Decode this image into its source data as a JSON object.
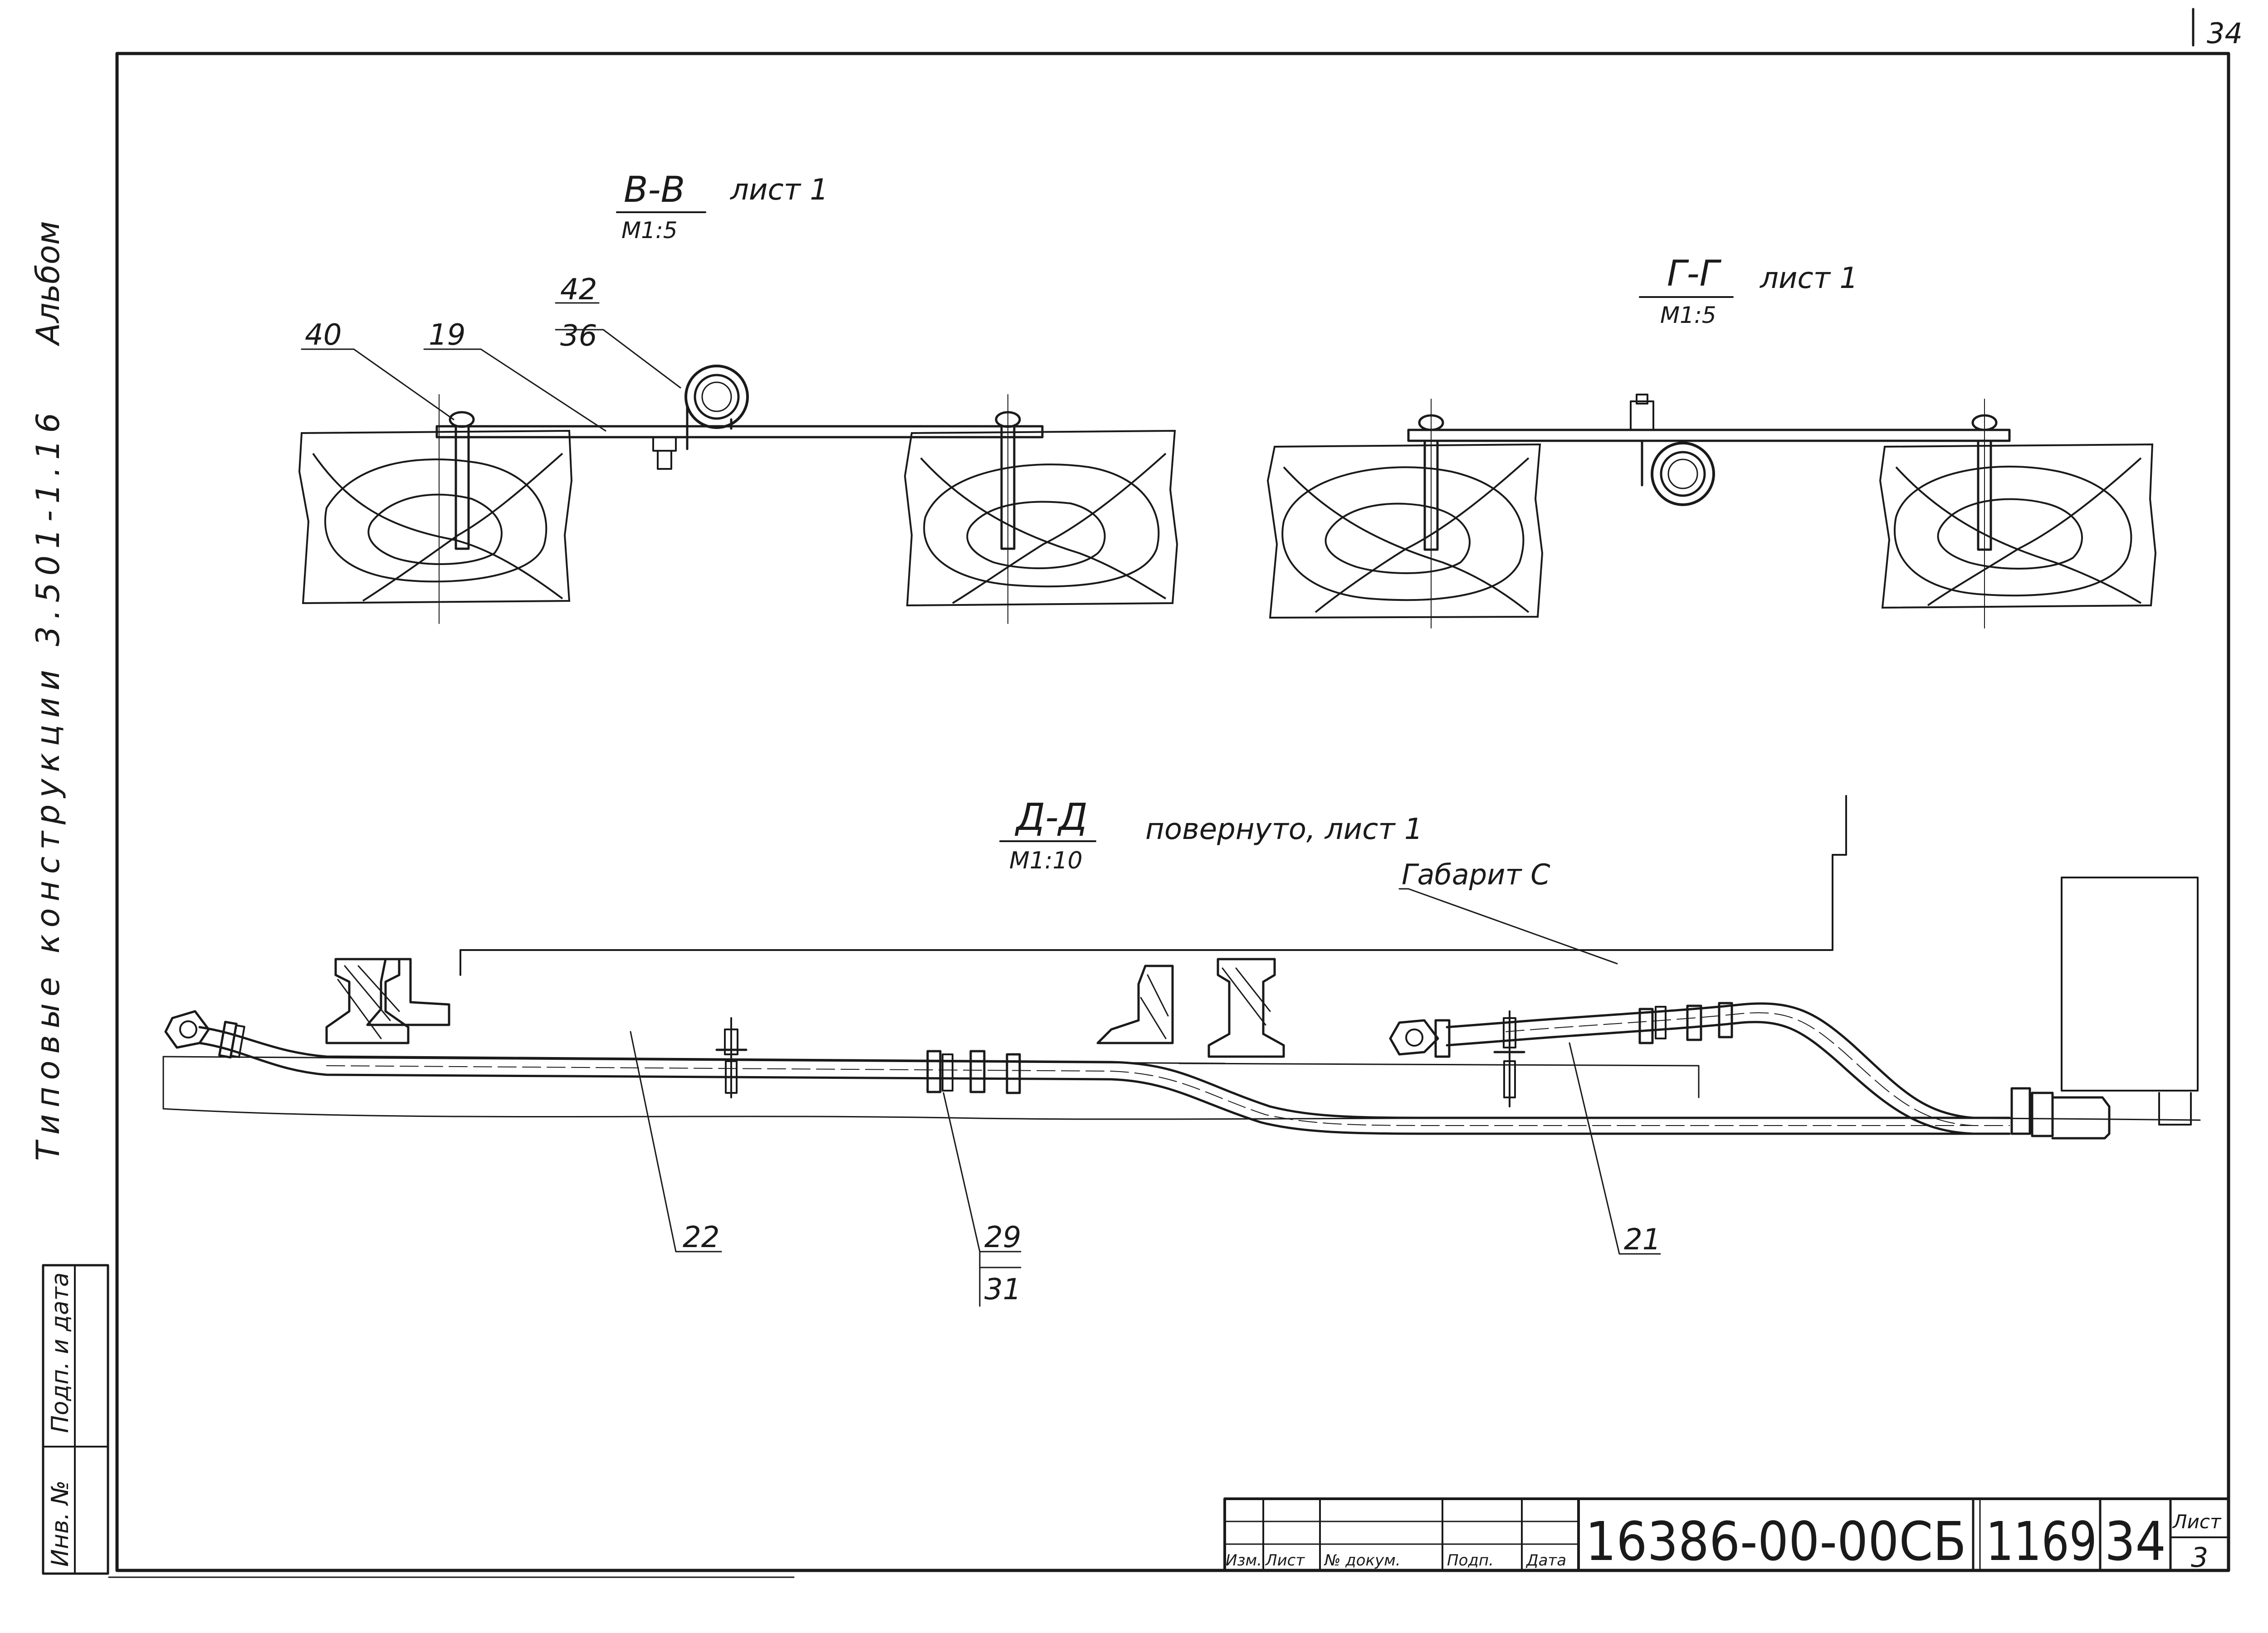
{
  "page_number": "34",
  "side_text": {
    "album": "Альбом",
    "title": "Типовые конструкции 3.501-1.16"
  },
  "side_stamp": {
    "inv_label": "Инв. №",
    "sign_label": "Подп. и дата"
  },
  "sections": {
    "bb": {
      "name": "В-В",
      "scale": "М1:5",
      "note": "лист 1"
    },
    "gg": {
      "name": "Г-Г",
      "scale": "М1:5",
      "note": "лист 1"
    },
    "dd": {
      "name": "Д-Д",
      "scale": "М1:10",
      "note": "повернуто, лист 1"
    }
  },
  "callouts": {
    "c40": "40",
    "c19": "19",
    "c42": "42",
    "c36": "36",
    "c22": "22",
    "c29": "29",
    "c31": "31",
    "c21": "21",
    "gabarit": "Габарит С"
  },
  "title_block": {
    "doc_code": "16386-00-00СБ",
    "album_no": "1169",
    "page": "34",
    "sheet_label": "Лист",
    "sheet_no": "3",
    "headers": [
      "Изм.",
      "Лист",
      "№ докум.",
      "Подп.",
      "Дата"
    ]
  }
}
